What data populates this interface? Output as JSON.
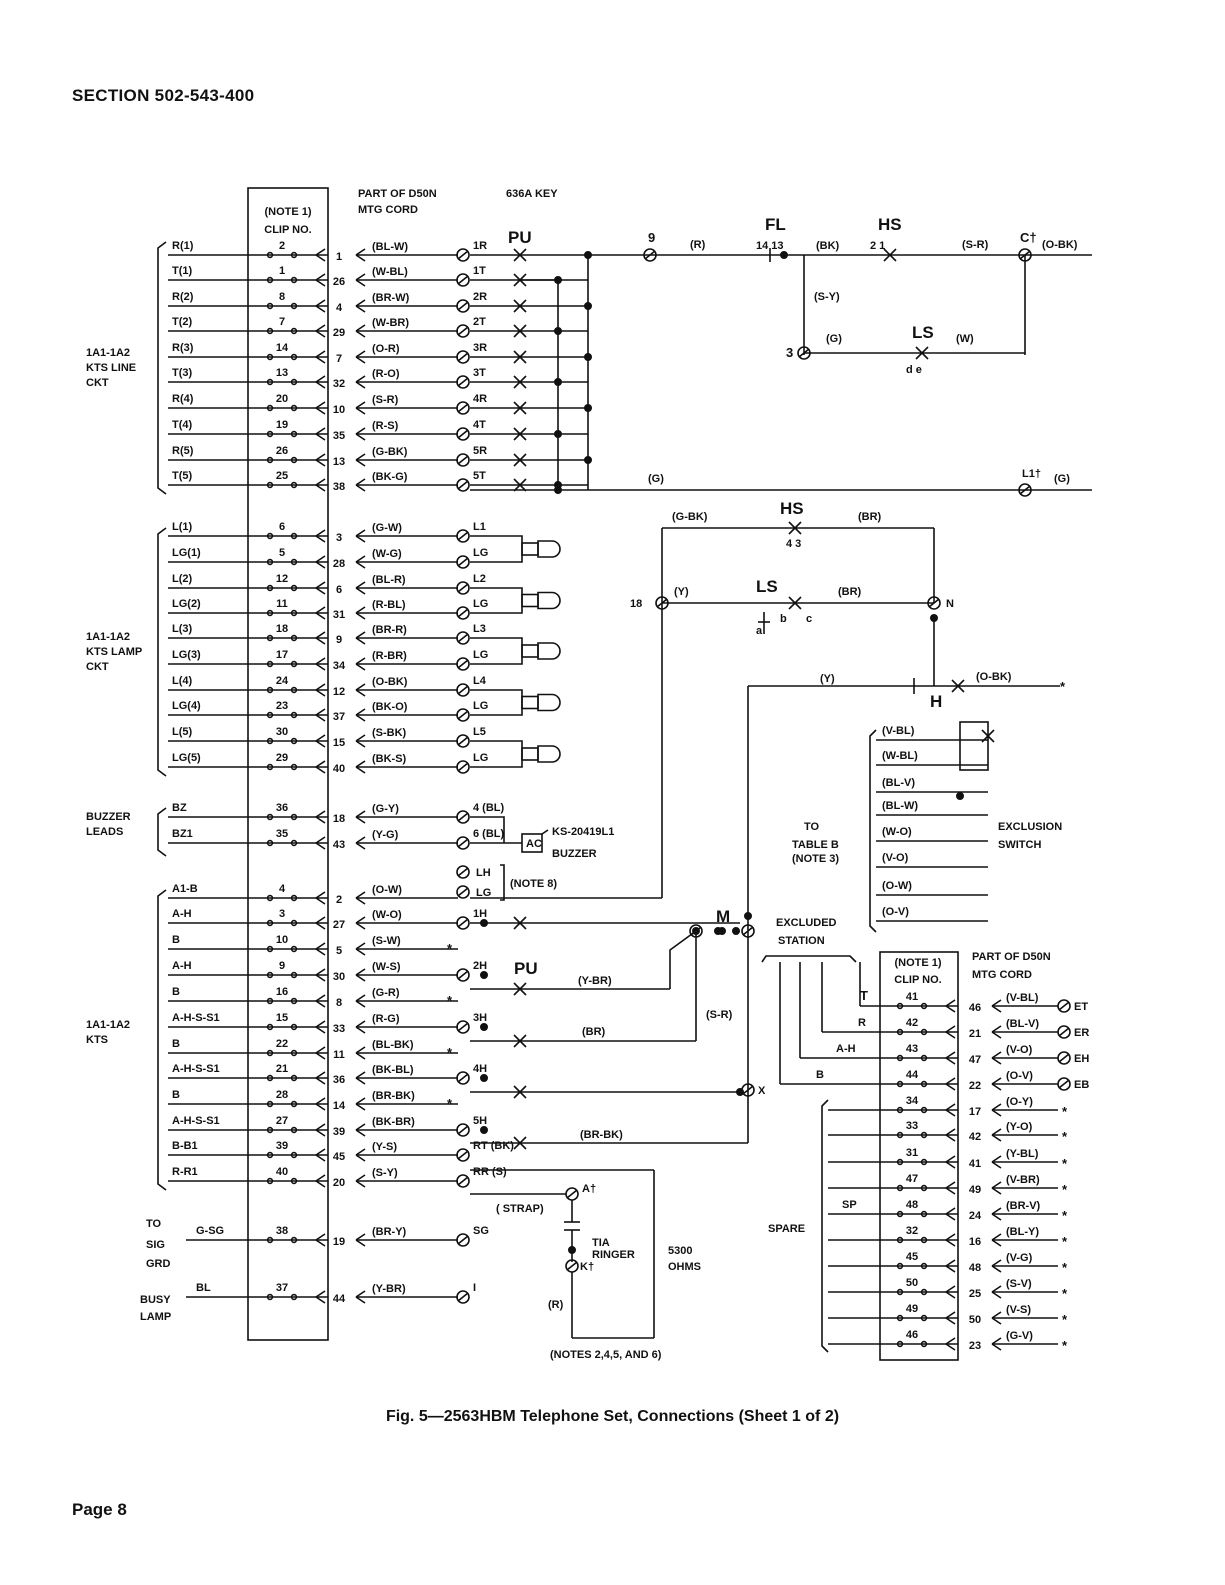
{
  "header": "SECTION 502-543-400",
  "caption": "Fig. 5—2563HBM Telephone Set, Connections (Sheet 1 of 2)",
  "page_label": "Page 8",
  "diagram": {
    "block_titles": {
      "clip_note": "(NOTE 1)",
      "clip_no": "CLIP NO.",
      "cord": "PART OF D50N",
      "cord2": "MTG CORD",
      "key": "636A KEY",
      "spare": "SPARE",
      "excluded": "EXCLUDED",
      "station": "STATION",
      "to_table": "TO",
      "table_b": "TABLE B",
      "note3": "(NOTE 3)",
      "exclusion": "EXCLUSION",
      "switch": "SWITCH",
      "ks": "KS-20419L1",
      "buzzer": "BUZZER",
      "note8": "(NOTE 8)",
      "ringer": "TIA",
      "ringer2": "RINGER",
      "ohms": "5300",
      "ohms2": "OHMS",
      "notes_ringer": "(NOTES 2,4,5, AND 6)",
      "strap": "( STRAP)"
    },
    "groups": [
      {
        "line1": "1A1-1A2",
        "line2": "KTS LINE",
        "line3": "CKT"
      },
      {
        "line1": "1A1-1A2",
        "line2": "KTS LAMP",
        "line3": "CKT"
      },
      {
        "line1": "BUZZER",
        "line2": "LEADS",
        "line3": ""
      },
      {
        "line1": "1A1-1A2",
        "line2": "KTS",
        "line3": ""
      },
      {
        "line1": "TO",
        "line2": "SIG",
        "line3": "GRD"
      },
      {
        "line1": "BUSY",
        "line2": "LAMP",
        "line3": ""
      }
    ],
    "left_rows": [
      {
        "lead": "R(1)",
        "clip": "2",
        "pin": "1",
        "color": "(BL-W)",
        "term": "1R"
      },
      {
        "lead": "T(1)",
        "clip": "1",
        "pin": "26",
        "color": "(W-BL)",
        "term": "1T"
      },
      {
        "lead": "R(2)",
        "clip": "8",
        "pin": "4",
        "color": "(BR-W)",
        "term": "2R"
      },
      {
        "lead": "T(2)",
        "clip": "7",
        "pin": "29",
        "color": "(W-BR)",
        "term": "2T"
      },
      {
        "lead": "R(3)",
        "clip": "14",
        "pin": "7",
        "color": "(O-R)",
        "term": "3R"
      },
      {
        "lead": "T(3)",
        "clip": "13",
        "pin": "32",
        "color": "(R-O)",
        "term": "3T"
      },
      {
        "lead": "R(4)",
        "clip": "20",
        "pin": "10",
        "color": "(S-R)",
        "term": "4R"
      },
      {
        "lead": "T(4)",
        "clip": "19",
        "pin": "35",
        "color": "(R-S)",
        "term": "4T"
      },
      {
        "lead": "R(5)",
        "clip": "26",
        "pin": "13",
        "color": "(G-BK)",
        "term": "5R"
      },
      {
        "lead": "T(5)",
        "clip": "25",
        "pin": "38",
        "color": "(BK-G)",
        "term": "5T"
      },
      {
        "lead": "L(1)",
        "clip": "6",
        "pin": "3",
        "color": "(G-W)",
        "term": "L1"
      },
      {
        "lead": "LG(1)",
        "clip": "5",
        "pin": "28",
        "color": "(W-G)",
        "term": "LG"
      },
      {
        "lead": "L(2)",
        "clip": "12",
        "pin": "6",
        "color": "(BL-R)",
        "term": "L2"
      },
      {
        "lead": "LG(2)",
        "clip": "11",
        "pin": "31",
        "color": "(R-BL)",
        "term": "LG"
      },
      {
        "lead": "L(3)",
        "clip": "18",
        "pin": "9",
        "color": "(BR-R)",
        "term": "L3"
      },
      {
        "lead": "LG(3)",
        "clip": "17",
        "pin": "34",
        "color": "(R-BR)",
        "term": "LG"
      },
      {
        "lead": "L(4)",
        "clip": "24",
        "pin": "12",
        "color": "(O-BK)",
        "term": "L4"
      },
      {
        "lead": "LG(4)",
        "clip": "23",
        "pin": "37",
        "color": "(BK-O)",
        "term": "LG"
      },
      {
        "lead": "L(5)",
        "clip": "30",
        "pin": "15",
        "color": "(S-BK)",
        "term": "L5"
      },
      {
        "lead": "LG(5)",
        "clip": "29",
        "pin": "40",
        "color": "(BK-S)",
        "term": "LG"
      },
      {
        "lead": "BZ",
        "clip": "36",
        "pin": "18",
        "color": "(G-Y)",
        "term": "4 (BL)"
      },
      {
        "lead": "BZ1",
        "clip": "35",
        "pin": "43",
        "color": "(Y-G)",
        "term": "6 (BL)"
      },
      {
        "lead": "A1-B",
        "clip": "4",
        "pin": "2",
        "color": "(O-W)",
        "term": ""
      },
      {
        "lead": "A-H",
        "clip": "3",
        "pin": "27",
        "color": "(W-O)",
        "term": "1H"
      },
      {
        "lead": "B",
        "clip": "10",
        "pin": "5",
        "color": "(S-W)",
        "term": "*"
      },
      {
        "lead": "A-H",
        "clip": "9",
        "pin": "30",
        "color": "(W-S)",
        "term": "2H"
      },
      {
        "lead": "B",
        "clip": "16",
        "pin": "8",
        "color": "(G-R)",
        "term": "*"
      },
      {
        "lead": "A-H-S-S1",
        "clip": "15",
        "pin": "33",
        "color": "(R-G)",
        "term": "3H"
      },
      {
        "lead": "B",
        "clip": "22",
        "pin": "11",
        "color": "(BL-BK)",
        "term": "*"
      },
      {
        "lead": "A-H-S-S1",
        "clip": "21",
        "pin": "36",
        "color": "(BK-BL)",
        "term": "4H"
      },
      {
        "lead": "B",
        "clip": "28",
        "pin": "14",
        "color": "(BR-BK)",
        "term": "*"
      },
      {
        "lead": "A-H-S-S1",
        "clip": "27",
        "pin": "39",
        "color": "(BK-BR)",
        "term": "5H"
      },
      {
        "lead": "B-B1",
        "clip": "39",
        "pin": "45",
        "color": "(Y-S)",
        "term": "RT (BK)"
      },
      {
        "lead": "R-R1",
        "clip": "40",
        "pin": "20",
        "color": "(S-Y)",
        "term": "RR (S)"
      },
      {
        "lead": "G-SG",
        "clip": "38",
        "pin": "19",
        "color": "(BR-Y)",
        "term": "SG"
      },
      {
        "lead": "BL",
        "clip": "37",
        "pin": "44",
        "color": "(Y-BR)",
        "term": "I"
      }
    ],
    "right_rows": [
      {
        "lead": "T",
        "clip": "41",
        "pin": "46",
        "color": "(V-BL)",
        "term": "ET"
      },
      {
        "lead": "R",
        "clip": "42",
        "pin": "21",
        "color": "(BL-V)",
        "term": "ER"
      },
      {
        "lead": "A-H",
        "clip": "43",
        "pin": "47",
        "color": "(V-O)",
        "term": "EH"
      },
      {
        "lead": "B",
        "clip": "44",
        "pin": "22",
        "color": "(O-V)",
        "term": "EB"
      },
      {
        "lead": "",
        "clip": "34",
        "pin": "17",
        "color": "(O-Y)",
        "term": "*"
      },
      {
        "lead": "",
        "clip": "33",
        "pin": "42",
        "color": "(Y-O)",
        "term": "*"
      },
      {
        "lead": "",
        "clip": "31",
        "pin": "41",
        "color": "(Y-BL)",
        "term": "*"
      },
      {
        "lead": "",
        "clip": "47",
        "pin": "49",
        "color": "(V-BR)",
        "term": "*"
      },
      {
        "lead": "SP",
        "clip": "48",
        "pin": "24",
        "color": "(BR-V)",
        "term": "*"
      },
      {
        "lead": "",
        "clip": "32",
        "pin": "16",
        "color": "(BL-Y)",
        "term": "*"
      },
      {
        "lead": "",
        "clip": "45",
        "pin": "48",
        "color": "(V-G)",
        "term": "*"
      },
      {
        "lead": "",
        "clip": "50",
        "pin": "25",
        "color": "(S-V)",
        "term": "*"
      },
      {
        "lead": "",
        "clip": "49",
        "pin": "50",
        "color": "(V-S)",
        "term": "*"
      },
      {
        "lead": "",
        "clip": "46",
        "pin": "23",
        "color": "(G-V)",
        "term": "*"
      }
    ],
    "exclusion_leads": [
      "(V-BL)",
      "(W-BL)",
      "(BL-V)",
      "(BL-W)",
      "(W-O)",
      "(V-O)",
      "(O-W)",
      "(O-V)"
    ],
    "labels": {
      "pu": "PU",
      "fl": "FL",
      "hs": "HS",
      "ls": "LS",
      "m": "M",
      "h": "H",
      "x": "X",
      "n": "N",
      "pu2": "PU",
      "c_top": "C†",
      "l1_top": "L1†",
      "a_top": "A†",
      "k_top": "K†",
      "w9": "9",
      "r": "(R)",
      "fl_pins": "14  13",
      "bk": "(BK)",
      "hs_pins": "2    1",
      "s_r": "(S-R)",
      "o_bk": "(O-BK)",
      "s_y": "(S-Y)",
      "g3": "3",
      "g": "(G)",
      "w": "(W)",
      "de": "d     e",
      "g_line": "(G)",
      "g_top": "(G)",
      "g_bk": "(G-BK)",
      "br": "(BR)",
      "hs43": "4    3",
      "y": "(Y)",
      "n18": "18",
      "ls_br": "(BR)",
      "abc_a": "a",
      "abc_b": "b",
      "abc_c": "c",
      "y_h": "(Y)",
      "o_bk2": "(O-BK)",
      "star": "*",
      "y_br": "(Y-BR)",
      "br3h": "(BR)",
      "s_r2": "(S-R)",
      "br_bk": "(BR-BK)",
      "r_ring": "(R)",
      "lh": "LH",
      "lg": "LG",
      "ac": "AC"
    }
  }
}
